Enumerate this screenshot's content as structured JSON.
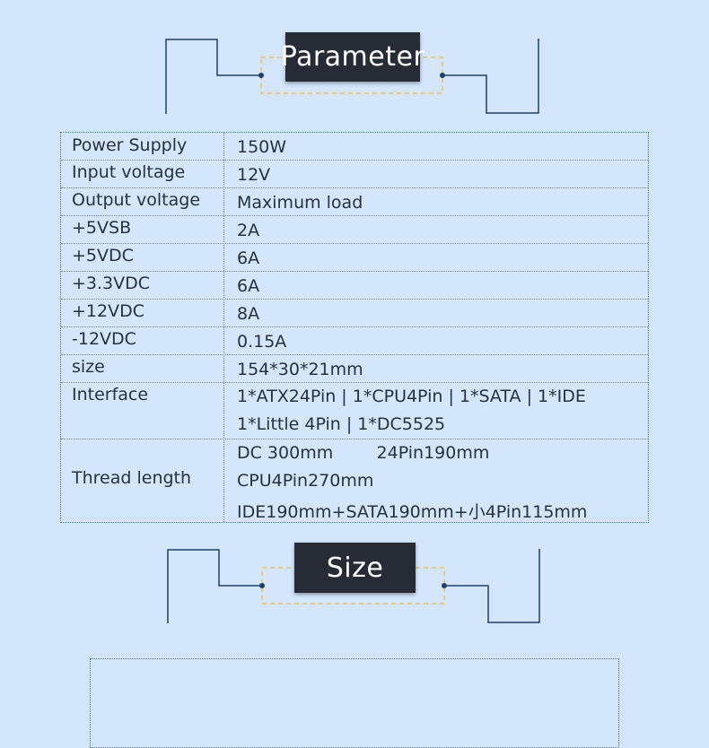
{
  "parameter_section": {
    "title": "Parameter",
    "rows": [
      {
        "label": "Power Supply",
        "values": [
          "150W"
        ]
      },
      {
        "label": "Input voltage",
        "values": [
          "12V"
        ]
      },
      {
        "label": "Output voltage",
        "values": [
          "Maximum load"
        ]
      },
      {
        "label": "+5VSB",
        "values": [
          "2A"
        ]
      },
      {
        "label": "+5VDC",
        "values": [
          "6A"
        ]
      },
      {
        "label": "+3.3VDC",
        "values": [
          "6A"
        ]
      },
      {
        "label": "+12VDC",
        "values": [
          "8A"
        ]
      },
      {
        "label": "-12VDC",
        "values": [
          "0.15A"
        ]
      },
      {
        "label": "size",
        "values": [
          "154*30*21mm"
        ]
      },
      {
        "label": "Interface",
        "values": [
          "1*ATX24Pin | 1*CPU4Pin | 1*SATA | 1*IDE",
          "1*Little 4Pin | 1*DC5525"
        ]
      },
      {
        "label": "Thread length",
        "values": [
          "DC 300mm        24Pin190mm",
          "CPU4Pin270mm",
          "IDE190mm+SATA190mm+小4Pin115mm"
        ]
      }
    ]
  },
  "size_section": {
    "title": "Size"
  },
  "colors": {
    "background": "#d4e6fc",
    "title_box": "#262b35",
    "title_text": "#ffffff",
    "connector_line": "#1e3f6e",
    "dashed_frame": "#f2c14e",
    "table_border": "#3f7a86"
  }
}
